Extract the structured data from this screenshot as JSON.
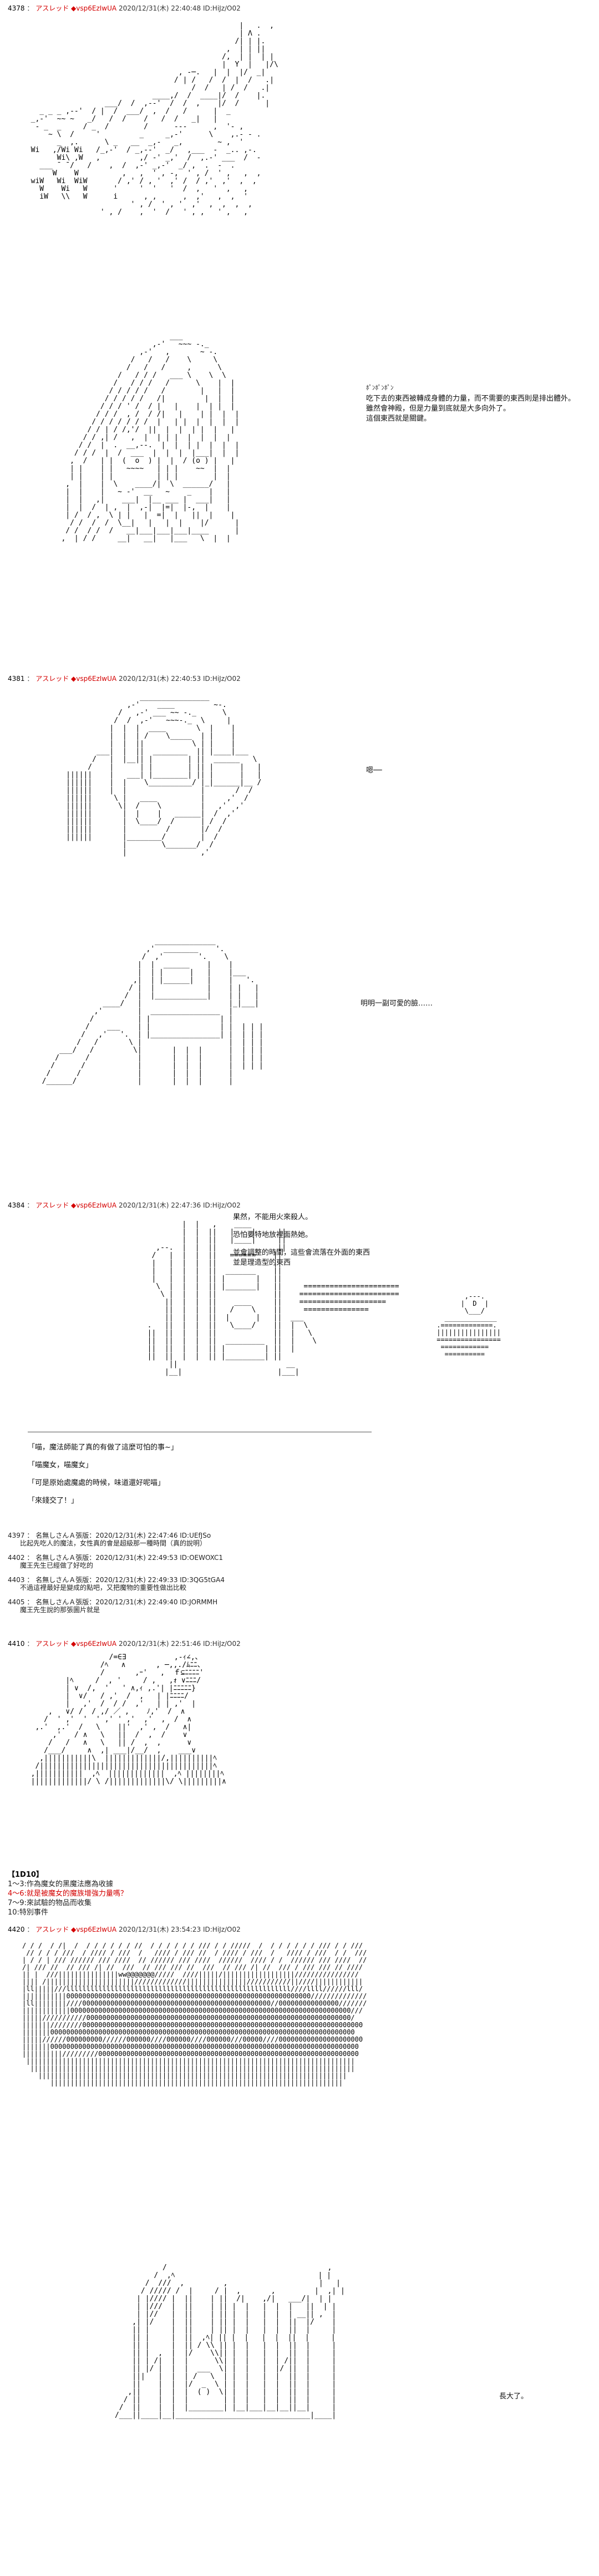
{
  "posts": [
    {
      "num": "4378",
      "name": "アスレッド ◆vsp6EzIwUA",
      "meta": "2020/12/31(木) 22:40:48 ID:HiJz/O02"
    },
    {
      "num": "4381",
      "name": "アスレッド ◆vsp6EzIwUA",
      "meta": "2020/12/31(木) 22:40:53 ID:HiJz/O02"
    },
    {
      "num": "4384",
      "name": "アスレッド ◆vsp6EzIwUA",
      "meta": "2020/12/31(木) 22:47:36 ID:HiJz/O02"
    },
    {
      "num": "4410",
      "name": "アスレッド ◆vsp6EzIwUA",
      "meta": "2020/12/31(木) 22:51:46 ID:HiJz/O02"
    },
    {
      "num": "4420",
      "name": "アスレッド ◆vsp6EzIwUA",
      "meta": "2020/12/31(木) 23:54:23 ID:HiJz/O02"
    }
  ],
  "sep": "：",
  "p1": {
    "sfx": "ﾎﾟﾝﾎﾟﾝﾎﾟﾝ",
    "lines": [
      "吃下去的東西被轉成身體的力量，而不需要的東西則是排出體外。",
      "雖然會神殿，但是力量到底就是大多向外了。",
      "這個東西就是關鍵。"
    ]
  },
  "p2": {
    "a": "嗯──",
    "b": "明明一副可愛的臉……"
  },
  "p3": {
    "lines": [
      "果然，不能用火來殺人。",
      "恐怕要特地放裡面熱她。",
      "並會調整的時間，這些會流落在外面的東西",
      "並是理造型的東西"
    ]
  },
  "narr": [
    "「喵，魔法師能了真的有做了這麼可怕的事~」",
    "「喵魔女，喵魔女」",
    "「可是原始處魔處的時候，味道還好呢喵」",
    "「來錢交了！」"
  ],
  "responses": [
    {
      "num": "4397",
      "head": "名無しさんＡ張版：2020/12/31(木) 22:47:46 ID:UEfJSo",
      "body": "比起先吃人的魔法，女性真的會是超級那一種時間（真的說明）"
    },
    {
      "num": "4402",
      "head": "名無しさんＡ張版：2020/12/31(木) 22:49:53 ID:OEWOXC1",
      "body": "魔王先生已經做了好吃的"
    },
    {
      "num": "4403",
      "head": "名無しさんＡ張版：2020/12/31(木) 22:49:33 ID:3QG5tGA4",
      "body": "不過這裡最好是變成的點吧，又把魔物的重要性做出比較"
    },
    {
      "num": "4405",
      "head": "名無しさんＡ張版：2020/12/31(木) 22:49:40 ID:JORMMH",
      "body": "魔王先生說的那張圖片就是"
    }
  ],
  "vote": {
    "title": "【1D10】",
    "opts": [
      "1～3:作為魔女的黑魔法應為收據",
      "4～6:就是被魔女的魔族增強力量嗎？",
      "7～9:來試驗的物品而收集",
      "10:特別事件"
    ]
  },
  "p5": {
    "speech": "長大了。"
  }
}
